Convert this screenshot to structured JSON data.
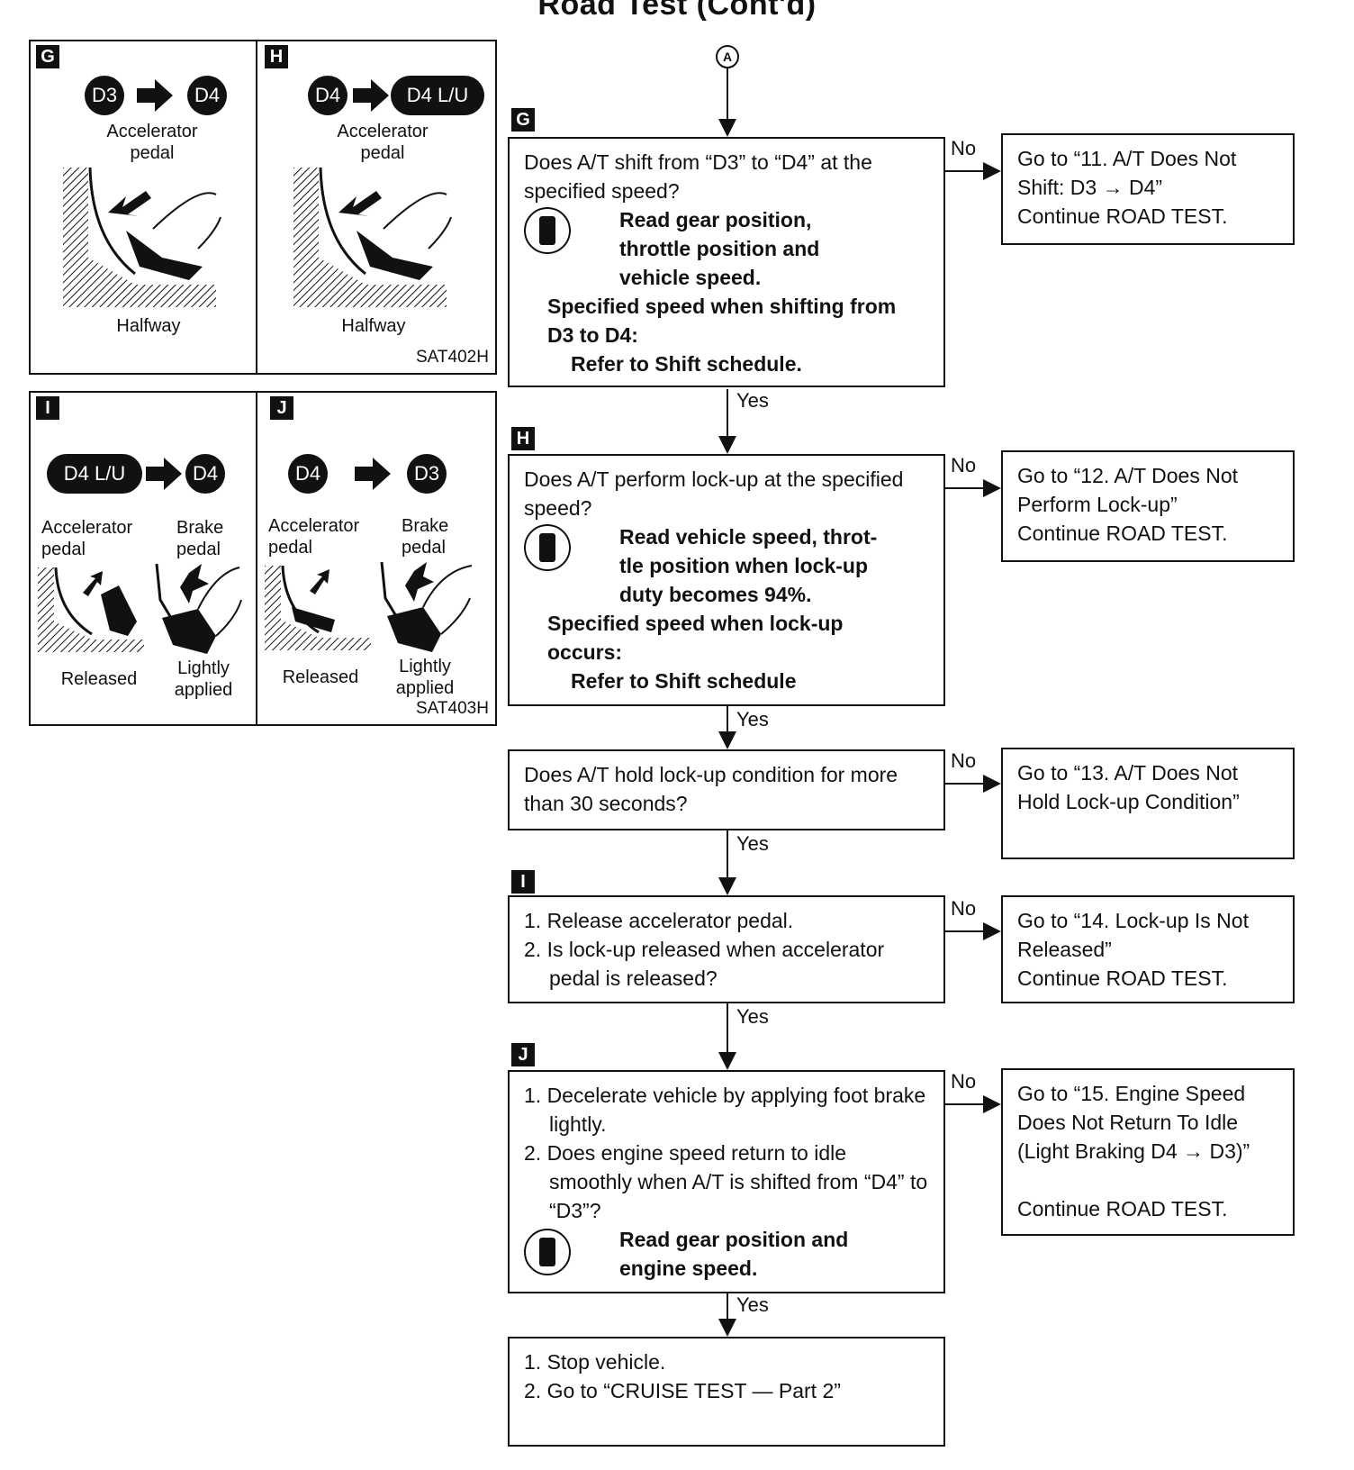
{
  "title": "Road Test (Cont'd)",
  "connector": "A",
  "panels": {
    "G": {
      "tag": "G",
      "from": "D3",
      "to": "D4",
      "pedal_label": "Accelerator pedal",
      "position": "Halfway"
    },
    "H": {
      "tag": "H",
      "from": "D4",
      "to": "D4 L/U",
      "pedal_label": "Accelerator pedal",
      "position": "Halfway",
      "code": "SAT402H"
    },
    "I": {
      "tag": "I",
      "from": "D4 L/U",
      "to": "D4",
      "accel_label": "Accelerator pedal",
      "brake_label": "Brake pedal",
      "accel_state": "Released",
      "brake_state": "Lightly applied"
    },
    "J": {
      "tag": "J",
      "from": "D4",
      "to": "D3",
      "accel_label": "Accelerator pedal",
      "brake_label": "Brake pedal",
      "accel_state": "Released",
      "brake_state": "Lightly applied",
      "code": "SAT403H"
    }
  },
  "labels": {
    "yes": "Yes",
    "no": "No"
  },
  "flow": {
    "step_g": {
      "tag": "G",
      "question": "Does A/T shift from “D3” to “D4” at the specified speed?",
      "consult": [
        "Read gear position,",
        "throttle position and",
        "vehicle speed."
      ],
      "spec": [
        "Specified speed when shifting from",
        "D3 to D4:"
      ],
      "ref": "Refer to Shift schedule.",
      "no_result": [
        "Go to “11. A/T Does Not",
        "Shift: D3 → D4”",
        "Continue ROAD TEST."
      ]
    },
    "step_h": {
      "tag": "H",
      "question": "Does A/T perform lock-up at the specified speed?",
      "consult": [
        "Read vehicle speed, throt-",
        "tle position when lock-up",
        "duty becomes 94%."
      ],
      "spec": [
        "Specified speed when lock-up",
        "occurs:"
      ],
      "ref": "Refer to Shift schedule",
      "no_result": [
        "Go to “12. A/T Does Not",
        "Perform Lock-up”",
        "Continue ROAD TEST."
      ]
    },
    "step_hold": {
      "question": [
        "Does A/T hold lock-up condition for more",
        "than 30 seconds?"
      ],
      "no_result": [
        "Go to “13. A/T Does Not",
        "Hold Lock-up Condition”"
      ]
    },
    "step_i": {
      "tag": "I",
      "items": [
        "1. Release accelerator pedal.",
        "2. Is lock-up released when accelerator pedal is released?"
      ],
      "no_result": [
        "Go to “14. Lock-up Is Not",
        "Released”",
        "Continue ROAD TEST."
      ]
    },
    "step_j": {
      "tag": "J",
      "items": [
        "1. Decelerate vehicle by applying foot brake lightly.",
        "2. Does engine speed return to idle smoothly when A/T is shifted from “D4” to “D3”?"
      ],
      "consult": [
        "Read gear position and",
        "engine speed."
      ],
      "no_result": [
        "Go to “15. Engine Speed",
        "Does Not Return To Idle",
        "(Light Braking D4 → D3)”",
        "Continue ROAD TEST."
      ]
    },
    "step_end": {
      "items": [
        "1. Stop vehicle.",
        "2. Go to “CRUISE TEST — Part 2”"
      ]
    }
  }
}
